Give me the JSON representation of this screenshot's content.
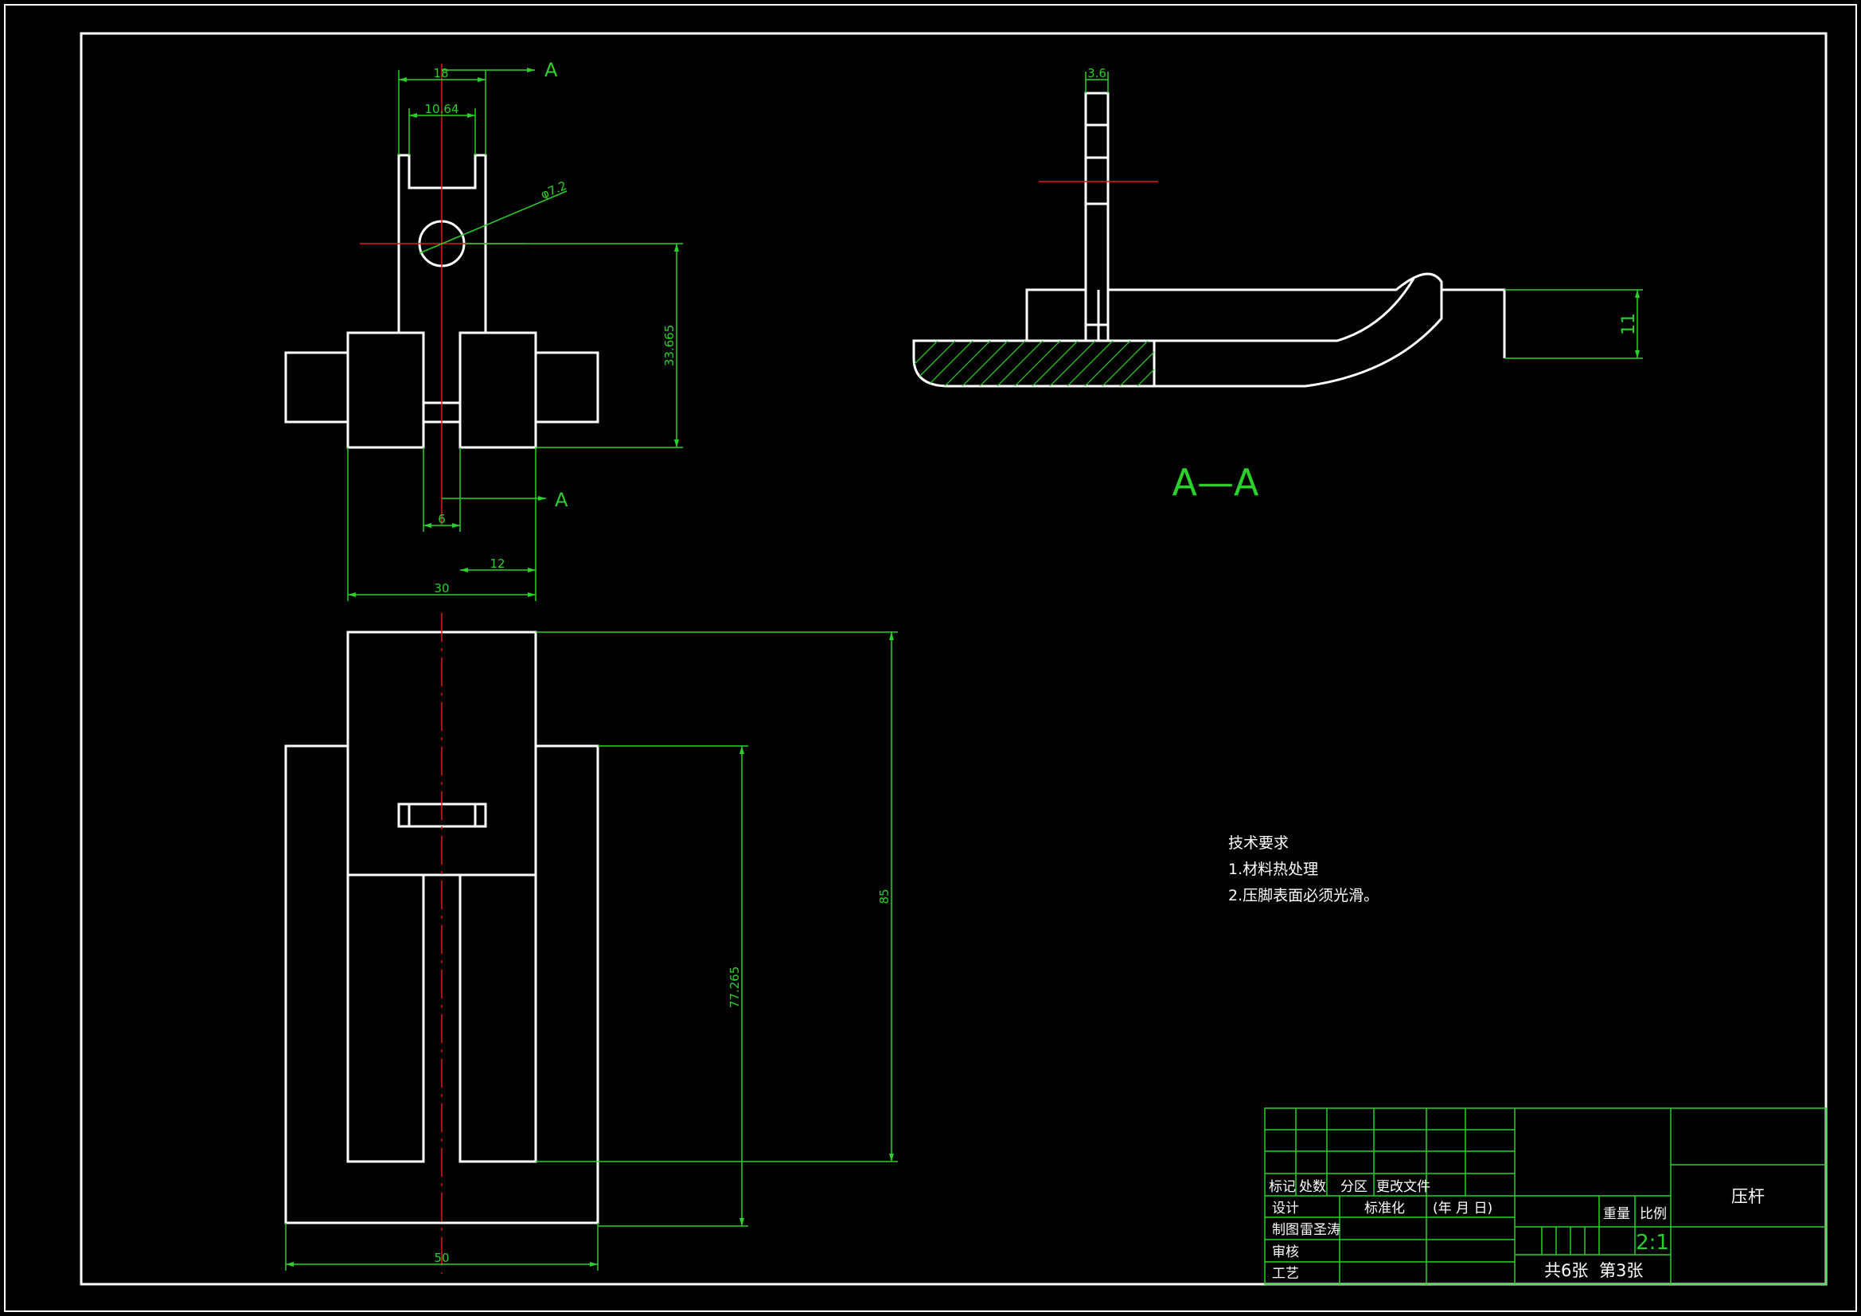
{
  "dimensions": {
    "top_width_18": "18",
    "top_inner_10_64": "10.64",
    "hole_dia": "φ7.2",
    "height_33_665": "33.665",
    "slot_6": "6",
    "offset_12": "12",
    "width_30": "30",
    "side_3_6": "3.6",
    "side_11": "11",
    "height_85": "85",
    "height_77_265": "77.265",
    "width_50": "50"
  },
  "section": {
    "arrow_letter": "A",
    "title": "A—A"
  },
  "notes": {
    "heading": "技术要求",
    "line1": "1.材料热处理",
    "line2": "2.压脚表面必须光滑。"
  },
  "title_block": {
    "part_name": "压杆",
    "row_labels": {
      "mark": "标记",
      "count": "处数",
      "zone": "分区",
      "change_doc": "更改文件",
      "design": "设计",
      "standardize": "标准化",
      "date": "(年  月  日)",
      "draw": "制图",
      "drafter": "雷圣涛",
      "review": "审核",
      "craft": "工艺"
    },
    "weight_label": "重量",
    "scale_label": "比例",
    "scale_value": "2:1",
    "sheet_total": "共6张",
    "sheet_no": "第3张"
  },
  "colors": {
    "background": "#000000",
    "outline": "#ffffff",
    "dimension": "#2bd12b",
    "centerline": "#e01818"
  }
}
